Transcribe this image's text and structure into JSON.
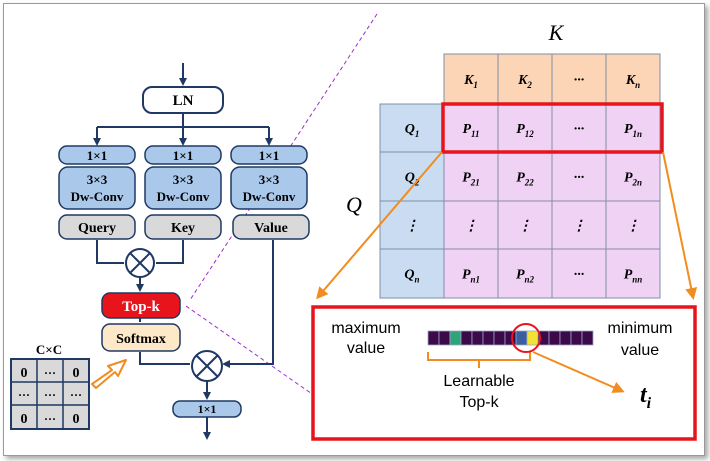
{
  "left": {
    "ln": "LN",
    "conv1x1": "1×1",
    "dwconv_line1": "3×3",
    "dwconv_line2": "Dw-Conv",
    "query": "Query",
    "key": "Key",
    "value": "Value",
    "topk": "Top-k",
    "softmax": "Softmax",
    "out_conv": "1×1",
    "cxc": "C×C",
    "matrix": [
      "0",
      "···",
      "0",
      "···",
      "···",
      "···",
      "0",
      "···",
      "0"
    ]
  },
  "attn": {
    "k_label": "K",
    "q_label": "Q",
    "k_headers": [
      {
        "b": "K",
        "s": "1"
      },
      {
        "b": "K",
        "s": "2"
      },
      {
        "b": "···",
        "s": ""
      },
      {
        "b": "K",
        "s": "n"
      }
    ],
    "q_headers": [
      {
        "b": "Q",
        "s": "1"
      },
      {
        "b": "Q",
        "s": "2"
      },
      {
        "b": "⋮",
        "s": ""
      },
      {
        "b": "Q",
        "s": "n"
      }
    ],
    "rows": [
      [
        {
          "b": "P",
          "s": "11"
        },
        {
          "b": "P",
          "s": "12"
        },
        {
          "b": "···",
          "s": ""
        },
        {
          "b": "P",
          "s": "1n"
        }
      ],
      [
        {
          "b": "P",
          "s": "21"
        },
        {
          "b": "P",
          "s": "22"
        },
        {
          "b": "···",
          "s": ""
        },
        {
          "b": "P",
          "s": "2n"
        }
      ],
      [
        {
          "b": "⋮",
          "s": ""
        },
        {
          "b": "⋮",
          "s": ""
        },
        {
          "b": "⋮",
          "s": ""
        },
        {
          "b": "⋮",
          "s": ""
        }
      ],
      [
        {
          "b": "P",
          "s": "n1"
        },
        {
          "b": "P",
          "s": "n2"
        },
        {
          "b": "···",
          "s": ""
        },
        {
          "b": "P",
          "s": "nn"
        }
      ]
    ]
  },
  "detail": {
    "max_line1": "maximum",
    "max_line2": "value",
    "min_line1": "minimum",
    "min_line2": "value",
    "learnable_line1": "Learnable",
    "learnable_line2": "Top-k",
    "t_label": "t",
    "t_sub": "i",
    "cell_colors": [
      "#3c0a4b",
      "#3c0a4b",
      "#2fa37a",
      "#3c0a4b",
      "#3c0a4b",
      "#3c0a4b",
      "#3c0a4b",
      "#3c0a4b",
      "#3a5fa0",
      "#f2e233",
      "#3c0a4b",
      "#3c0a4b",
      "#3c0a4b",
      "#3c0a4b",
      "#3c0a4b"
    ]
  },
  "colors": {
    "accent_red": "#e8141c",
    "orange": "#f28c1e",
    "blue_box": "#a9c8ea",
    "gray_box": "#d9d9d9",
    "softmax_box": "#fde9c8",
    "k_header": "#fbd5b5",
    "q_header": "#c9dcf2",
    "p_cell": "#f0d2f5"
  }
}
